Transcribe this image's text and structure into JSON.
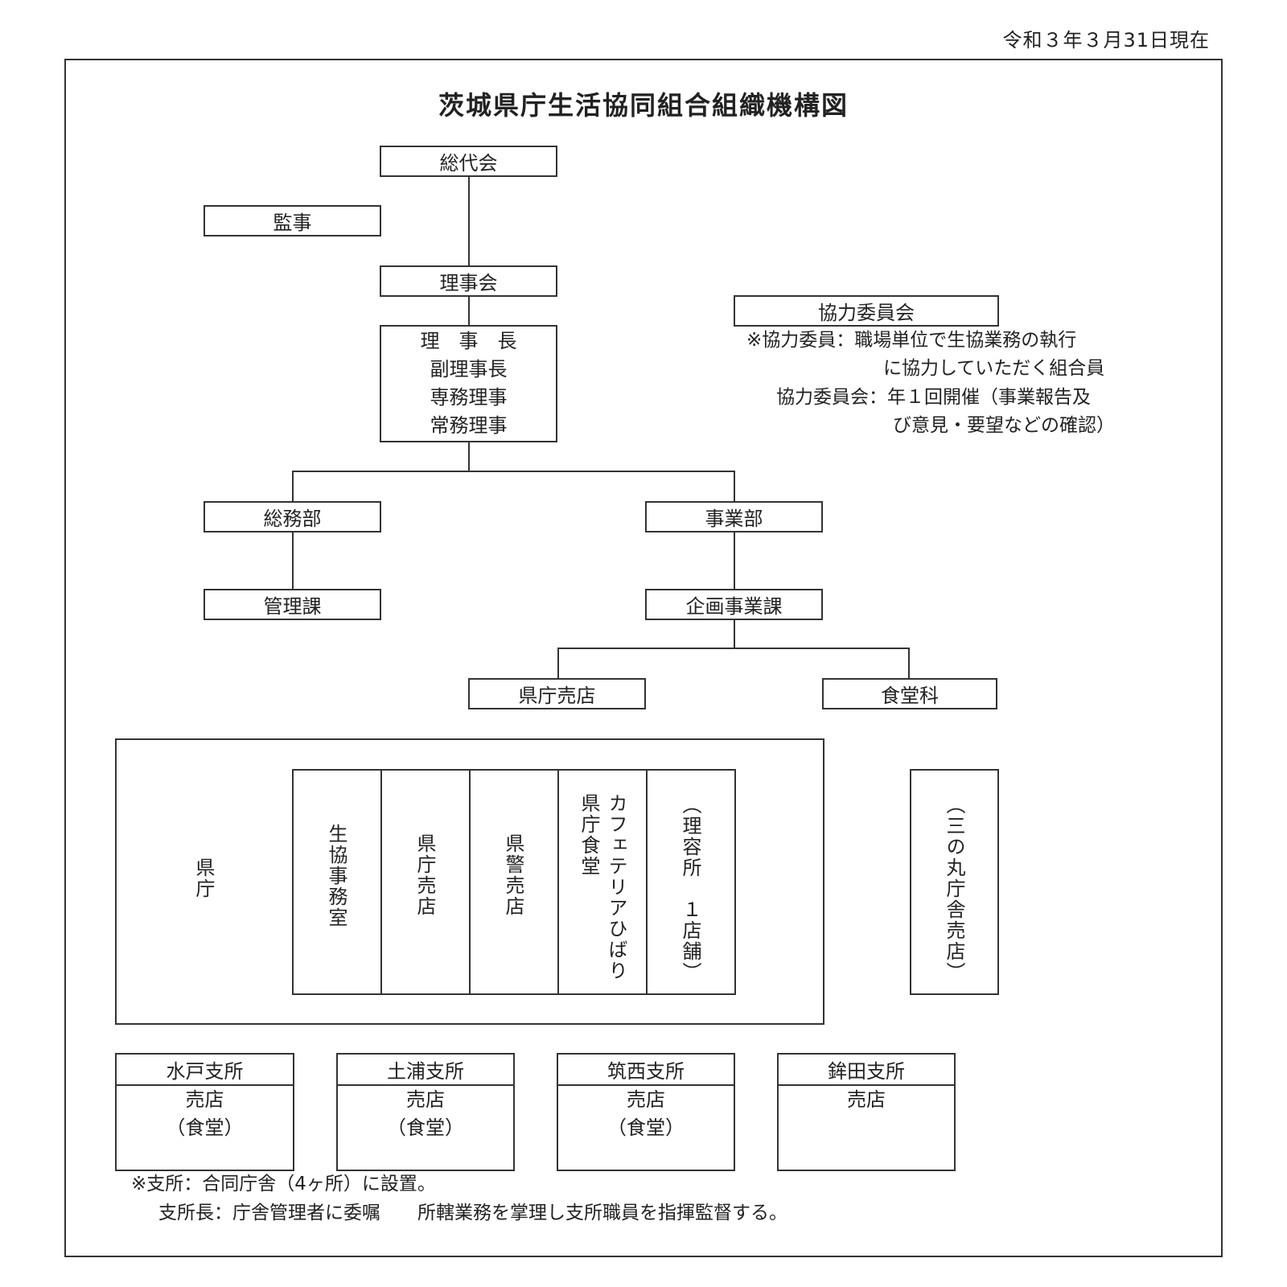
{
  "header": {
    "date": "令和３年３月31日現在",
    "title": "茨城県庁生活協同組合組織機構図"
  },
  "nodes": {
    "soudaikai": "総代会",
    "kanji": "監事",
    "rijikai": "理事会",
    "officers": [
      "理　事　長",
      "副理事長",
      "専務理事",
      "常務理事"
    ],
    "kyoryoku": "協力委員会",
    "somubu": "総務部",
    "jigyobu": "事業部",
    "kanrika": "管理課",
    "kikaku": "企画事業課",
    "kencho_baiten": "県庁売店",
    "shokudoka": "食堂科"
  },
  "kyoryoku_notes": [
    "※協力委員：職場単位で生協業務の執行",
    "に協力していただく組合員",
    "協力委員会：年１回開催（事業報告及",
    "び意見・要望などの確認）"
  ],
  "kencho_group": {
    "label": "県庁",
    "cells": [
      "生協事務室",
      "県庁売店",
      "県警売店",
      "カフェテリアひばり\n県庁食堂",
      "（理容所　１店舗）"
    ]
  },
  "sannomaru": "（三の丸庁舎売店）",
  "branches": [
    {
      "name": "水戸支所",
      "lines": [
        "売店",
        "（食堂）"
      ]
    },
    {
      "name": "土浦支所",
      "lines": [
        "売店",
        "（食堂）"
      ]
    },
    {
      "name": "筑西支所",
      "lines": [
        "売店",
        "（食堂）"
      ]
    },
    {
      "name": "鉾田支所",
      "lines": [
        "売店"
      ]
    }
  ],
  "footer_notes": [
    "※支所：合同庁舎（4ヶ所）に設置。",
    "支所長：庁舎管理者に委嘱　　所轄業務を掌理し支所職員を指揮監督する。"
  ]
}
